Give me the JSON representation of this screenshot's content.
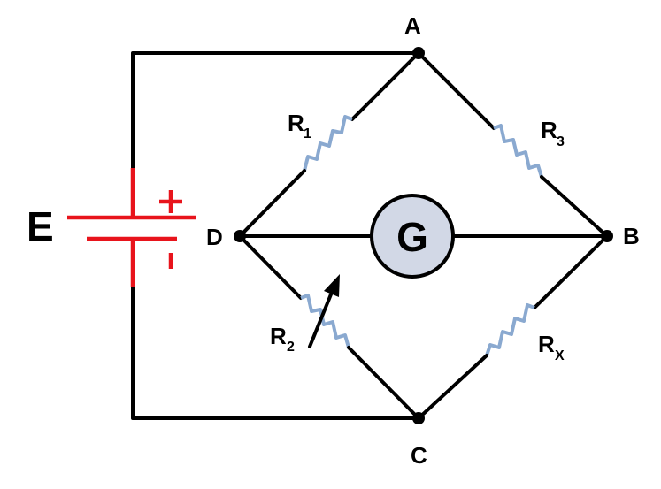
{
  "colors": {
    "wire": "#000000",
    "resistor": "#8aa9d0",
    "battery": "#e8141c",
    "galvanometer_fill": "#d2d8e6",
    "background": "#ffffff"
  },
  "labels": {
    "source": "E",
    "plus": "+",
    "minus": "-",
    "node_a": "A",
    "node_b": "B",
    "node_c": "C",
    "node_d": "D",
    "galvanometer": "G",
    "r1": {
      "main": "R",
      "sub": "1"
    },
    "r2": {
      "main": "R",
      "sub": "2"
    },
    "r3": {
      "main": "R",
      "sub": "3"
    },
    "rx": {
      "main": "R",
      "sub": "X"
    }
  }
}
